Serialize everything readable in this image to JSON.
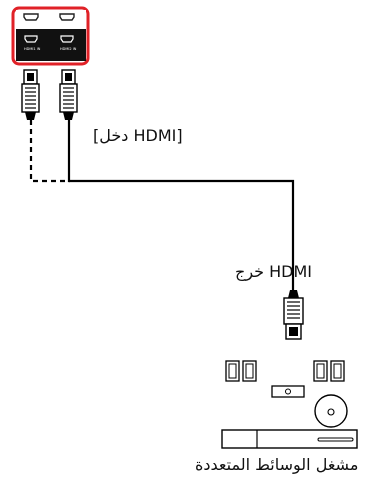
{
  "labels": {
    "hdmi_in": "[دخل HDMI]",
    "hdmi_out": "خرج HDMI",
    "media_player": "مشغل الوسائط المتعددة"
  },
  "ports": {
    "port1": "HDMI1 IN",
    "port2": "HDMI2 IN"
  },
  "colors": {
    "highlight": "#e02127",
    "panel": "#111111",
    "line": "#000000"
  },
  "icons": [
    "hdmi-port-icon",
    "hdmi-connector-icon",
    "speaker-icon",
    "media-player-icon",
    "disc-icon"
  ]
}
